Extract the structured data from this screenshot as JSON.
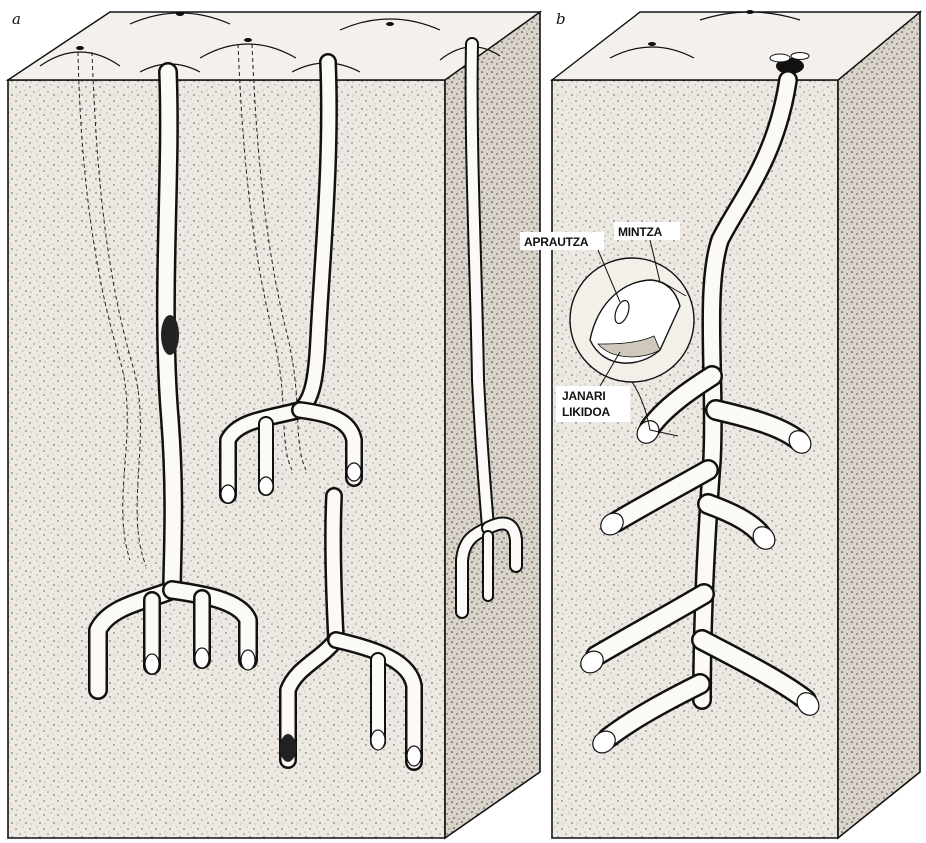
{
  "panels": [
    {
      "letter": "a"
    },
    {
      "letter": "b"
    }
  ],
  "callouts": {
    "egg": "APRAUTZA",
    "membrane": "MINTZA",
    "liquid_food_line1": "JANARI",
    "liquid_food_line2": "LIKIDOA"
  },
  "colors": {
    "ink": "#111111",
    "soil": "#ede9e2",
    "burrow": "#fbfaf7"
  }
}
